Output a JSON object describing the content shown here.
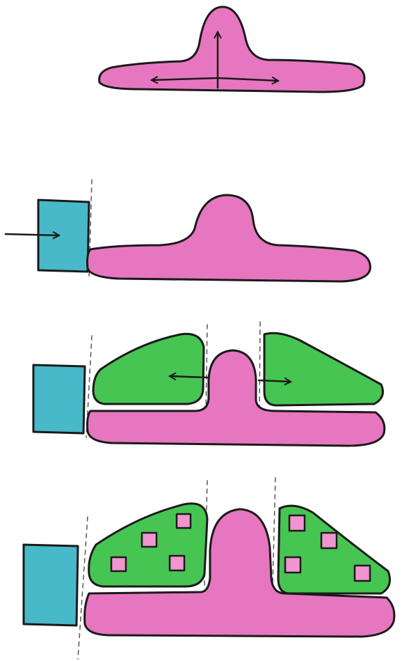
{
  "colors": {
    "paper": "#ffffff",
    "ink": "#1a1a1a",
    "pink": "#e776c0",
    "pink_light": "#f095cf",
    "cyan": "#48b9c8",
    "green": "#46c553",
    "guide": "#555555"
  },
  "stages": [
    {
      "name": "building-mass",
      "has_block": false,
      "has_wings": false,
      "has_windows": false
    },
    {
      "name": "block-pushes-mass",
      "has_block": true,
      "has_wings": false,
      "has_windows": false
    },
    {
      "name": "green-wings-added",
      "has_block": true,
      "has_wings": true,
      "has_windows": false
    },
    {
      "name": "wings-with-openings",
      "has_block": true,
      "has_wings": true,
      "has_windows": true
    }
  ]
}
